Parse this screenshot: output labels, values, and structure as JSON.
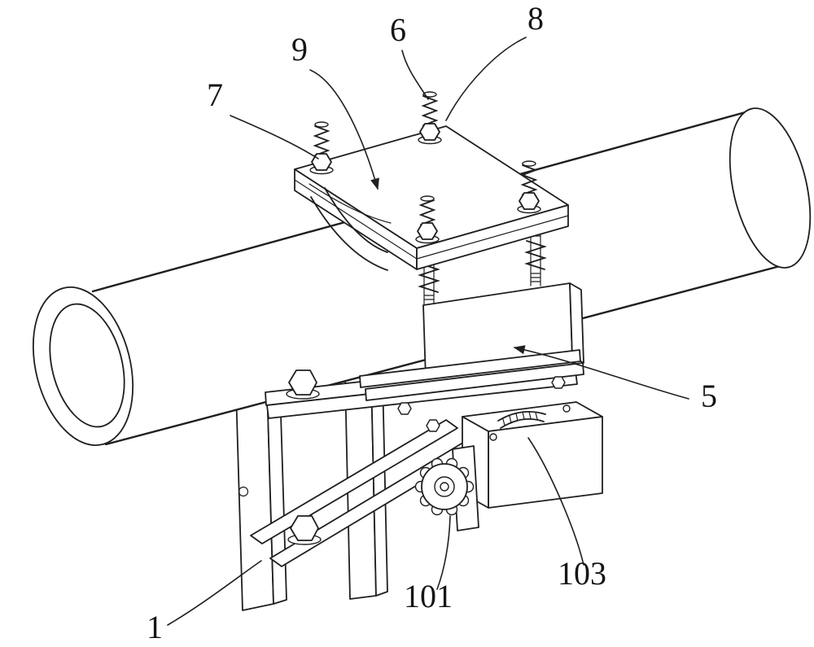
{
  "figure": {
    "background": "#ffffff",
    "line_color": "#1f1f1f",
    "labels": [
      {
        "text": "8"
      },
      {
        "text": "6"
      },
      {
        "text": "9"
      },
      {
        "text": "7"
      },
      {
        "text": "5"
      },
      {
        "text": "1"
      },
      {
        "text": "101"
      },
      {
        "text": "103"
      }
    ]
  }
}
